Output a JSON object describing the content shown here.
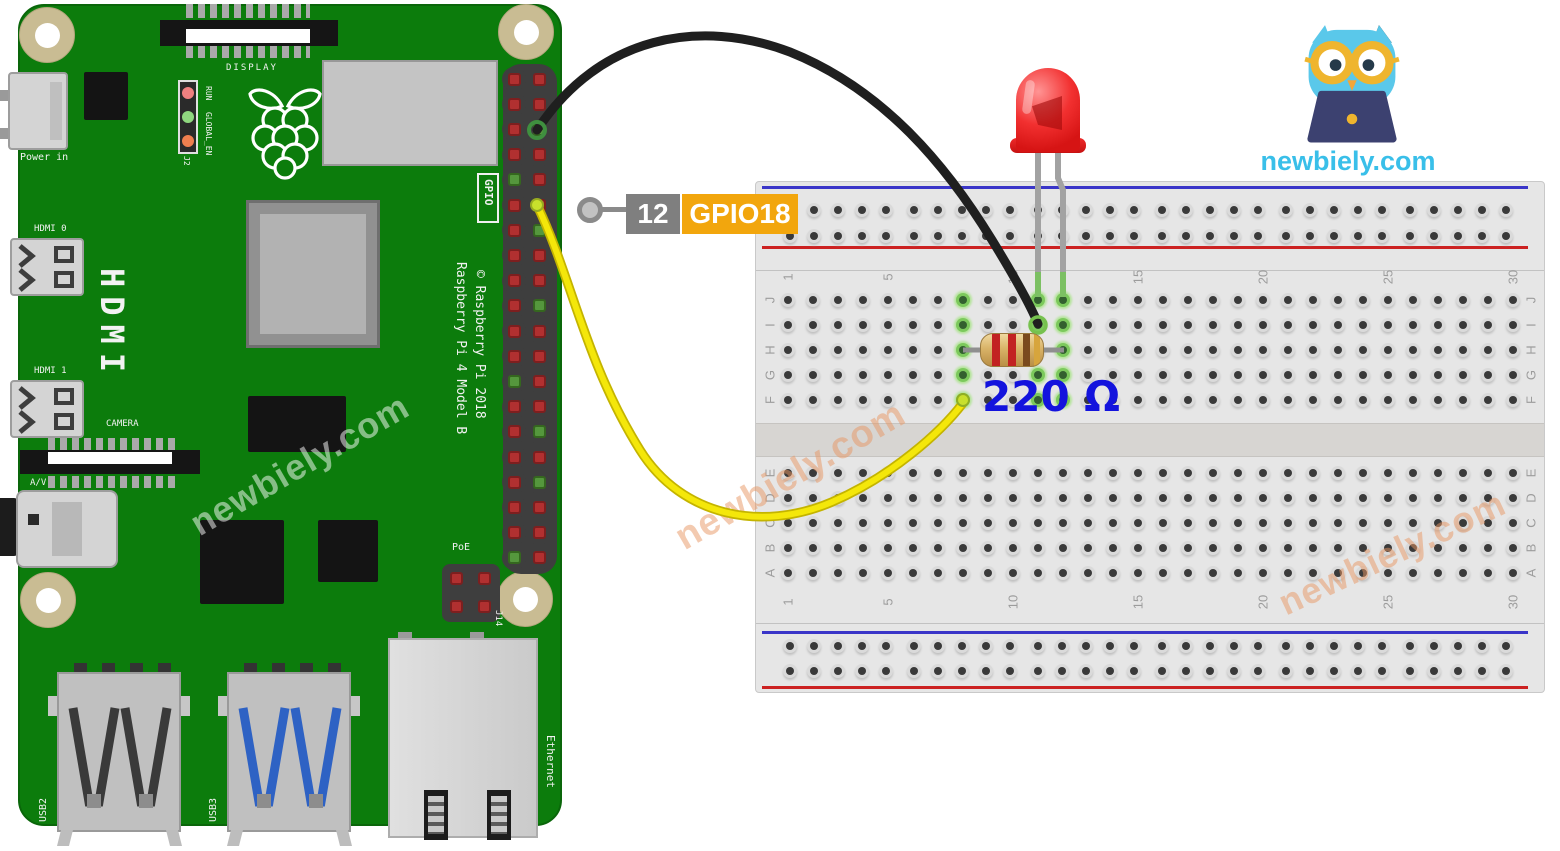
{
  "pi_board": {
    "silkscreen": {
      "display": "DISPLAY",
      "power_in": "Power in",
      "run": "RUN",
      "global_en": "GLOBAL_EN",
      "j2": "J2",
      "gpio": "GPIO",
      "hdmi0": "HDMI 0",
      "hdmi1": "HDMI 1",
      "hdmi_big": "HDMI",
      "camera": "CAMERA",
      "av": "A/V",
      "model": "Raspberry Pi 4 Model B",
      "copyright": "© Raspberry Pi 2018",
      "poe": "PoE",
      "j14": "J14",
      "usb2": "USB2",
      "usb3": "USB3",
      "ethernet": "Ethernet"
    },
    "watermark": "newbiely.com",
    "gpio_header": {
      "rows": 20,
      "gnd_left_rows": [
        5,
        13,
        20
      ],
      "gnd_right_rows": [
        3,
        7,
        10,
        15,
        17
      ],
      "black_wire_row": 3,
      "yellow_wire_row": 6
    }
  },
  "pin_callout": {
    "pin_number": "12",
    "pin_name": "GPIO18"
  },
  "breadboard": {
    "row_letters_top": [
      "J",
      "I",
      "H",
      "G",
      "F"
    ],
    "row_letters_bottom": [
      "E",
      "D",
      "C",
      "B",
      "A"
    ],
    "column_labels": [
      1,
      5,
      10,
      15,
      20,
      25,
      30
    ],
    "columns": 30,
    "rail_groups": 6,
    "rail_group_size": 5,
    "highlighted_holes": [
      "J8",
      "I8",
      "H8",
      "G8",
      "F8",
      "J11",
      "I11",
      "G11",
      "F11",
      "J12",
      "I12",
      "H12",
      "G12",
      "F12"
    ],
    "watermark_left": "newbiely.com",
    "watermark_right": "newbiely.com"
  },
  "components": {
    "led": {
      "type": "LED",
      "color": "red",
      "holes": [
        "J11",
        "J12"
      ]
    },
    "resistor": {
      "value_label": "220 Ω",
      "band_colors": [
        "red",
        "red",
        "brown",
        "gold"
      ],
      "holes": [
        "H8",
        "H12"
      ]
    },
    "black_wire": {
      "from": "GPIO header pin 6",
      "to": "I11"
    },
    "yellow_wire": {
      "from": "GPIO header pin 12",
      "to": "F8"
    }
  },
  "logo": {
    "text": "newbiely.com"
  },
  "colors": {
    "pi_green": "#0c7c0c",
    "callout_orange": "#f2a60d",
    "callout_gray": "#7f7f7f",
    "resistor_label_blue": "#1313dd",
    "logo_cyan": "#39bfe9",
    "wire_yellow": "#f2e405",
    "wire_black": "#222222",
    "led_red": "#e51c1c",
    "highlight_green": "#7cc95c"
  }
}
